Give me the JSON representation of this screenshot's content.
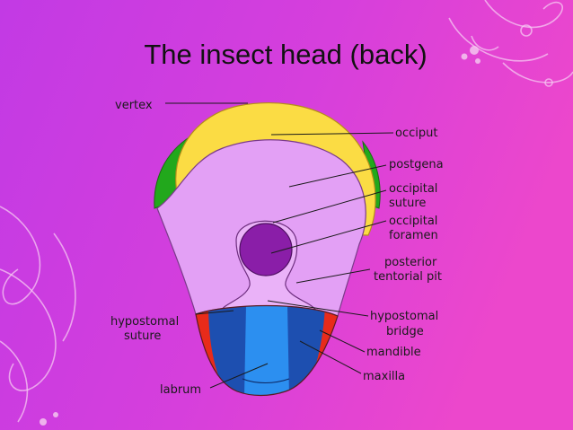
{
  "slide": {
    "title": "The insect head (back)",
    "colors": {
      "background_left": "#c23ae4",
      "background_right": "#e844cf",
      "vertex_cap": "#fbdc44",
      "postgena_band": "#22a81c",
      "occipital_region": "#e3a0f5",
      "foramen": "#8a1ea8",
      "mandible": "#e82b1a",
      "maxilla": "#1d4fb0",
      "labrum": "#2c8ff0"
    }
  },
  "labels": {
    "vertex": "vertex",
    "occiput": "occiput",
    "postgena": "postgena",
    "occipital_suture": [
      "occipital",
      "suture"
    ],
    "occipital_foramen": [
      "occipital",
      "foramen"
    ],
    "posterior_tentorial_pit": [
      "posterior",
      "tentorial pit"
    ],
    "hypostomal_suture": [
      "hypostomal",
      "suture"
    ],
    "hypostomal_bridge": [
      "hypostomal",
      "bridge"
    ],
    "mandible": "mandible",
    "maxilla": "maxilla",
    "labrum": "labrum"
  }
}
